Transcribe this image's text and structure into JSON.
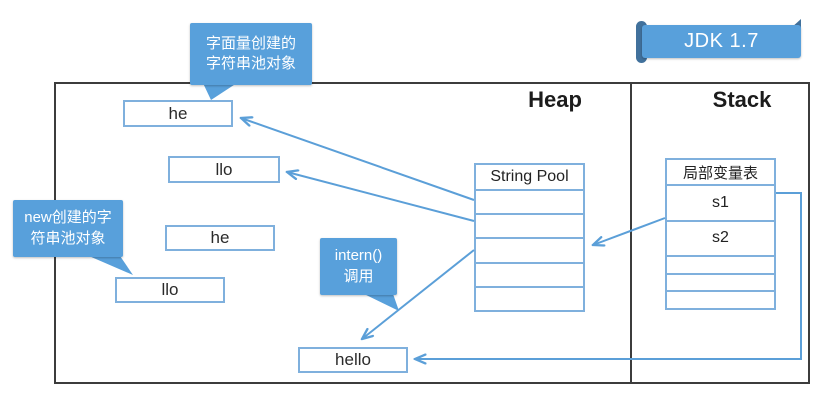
{
  "colors": {
    "accent_blue": "#58a0db",
    "accent_dark_blue": "#41719c",
    "box_border_blue": "#7fb0dd",
    "frame_gray": "#3c3c3c",
    "text_dark": "#222222",
    "callout_text": "#ffffff"
  },
  "banner": {
    "label": "JDK 1.7"
  },
  "regions": {
    "heap": "Heap",
    "stack": "Stack"
  },
  "callouts": {
    "literal": {
      "line1": "字面量创建的",
      "line2": "字符串池对象"
    },
    "new_obj": {
      "line1": "new创建的字",
      "line2": "符串池对象"
    },
    "intern": {
      "line1": "intern()",
      "line2": "调用"
    }
  },
  "heap_boxes": {
    "he1": "he",
    "llo1": "llo",
    "he2": "he",
    "llo2": "llo",
    "hello": "hello"
  },
  "string_pool": {
    "header": "String Pool",
    "rows": [
      "",
      "",
      "",
      "",
      ""
    ]
  },
  "local_vars": {
    "header": "局部变量表",
    "rows": [
      "s1",
      "s2",
      "",
      "",
      ""
    ]
  }
}
